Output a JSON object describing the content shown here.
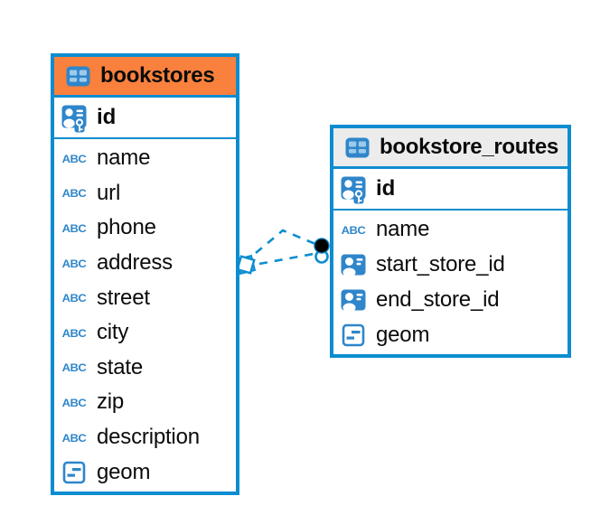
{
  "colors": {
    "accent_blue": "#0d8dd0",
    "selected_header_orange": "#f9813d",
    "header_gray": "#ececec",
    "icon_blue": "#2f86ca",
    "icon_cell_light_blue": "#9ccaea",
    "text_black": "#0b0b0b",
    "marker_black": "#000000"
  },
  "icons": {
    "abc_label": "ABC"
  },
  "diagram": {
    "tables": [
      {
        "title": "bookstores",
        "header_style": "selected-orange",
        "primary_key": {
          "name": "id",
          "icon": "primary-key-icon"
        },
        "columns": [
          {
            "name": "name",
            "icon": "text-icon"
          },
          {
            "name": "url",
            "icon": "text-icon"
          },
          {
            "name": "phone",
            "icon": "text-icon"
          },
          {
            "name": "address",
            "icon": "text-icon"
          },
          {
            "name": "street",
            "icon": "text-icon"
          },
          {
            "name": "city",
            "icon": "text-icon"
          },
          {
            "name": "state",
            "icon": "text-icon"
          },
          {
            "name": "zip",
            "icon": "text-icon"
          },
          {
            "name": "description",
            "icon": "text-icon"
          },
          {
            "name": "geom",
            "icon": "geometry-icon"
          }
        ]
      },
      {
        "title": "bookstore_routes",
        "header_style": "default-gray",
        "primary_key": {
          "name": "id",
          "icon": "primary-key-icon"
        },
        "columns": [
          {
            "name": "name",
            "icon": "text-icon"
          },
          {
            "name": "start_store_id",
            "icon": "foreign-key-icon"
          },
          {
            "name": "end_store_id",
            "icon": "foreign-key-icon"
          },
          {
            "name": "geom",
            "icon": "geometry-icon"
          }
        ]
      }
    ],
    "relationship": {
      "between": [
        "bookstores",
        "bookstore_routes"
      ],
      "line_style": "dashed",
      "left_marker": "double-square-diamond",
      "right_marker": "stacked-circles-black-dot"
    }
  }
}
